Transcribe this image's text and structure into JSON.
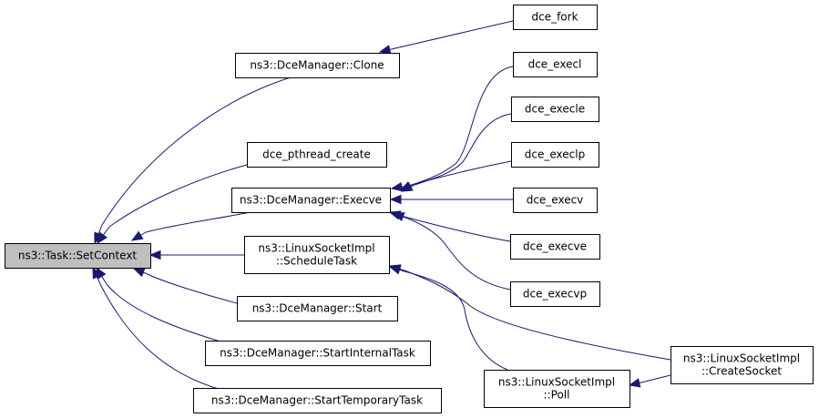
{
  "graph": {
    "nodes": [
      {
        "id": "settask",
        "lines": [
          "ns3::Task::SetContext"
        ],
        "root": true
      },
      {
        "id": "clone",
        "lines": [
          "ns3::DceManager::Clone"
        ]
      },
      {
        "id": "pthread",
        "lines": [
          "dce_pthread_create"
        ]
      },
      {
        "id": "execve_mgr",
        "lines": [
          "ns3::DceManager::Execve"
        ]
      },
      {
        "id": "schedtask",
        "lines": [
          "ns3::LinuxSocketImpl",
          "::ScheduleTask"
        ]
      },
      {
        "id": "start",
        "lines": [
          "ns3::DceManager::Start"
        ]
      },
      {
        "id": "startint",
        "lines": [
          "ns3::DceManager::StartInternalTask"
        ]
      },
      {
        "id": "starttemp",
        "lines": [
          "ns3::DceManager::StartTemporaryTask"
        ]
      },
      {
        "id": "fork",
        "lines": [
          "dce_fork"
        ]
      },
      {
        "id": "execl",
        "lines": [
          "dce_execl"
        ]
      },
      {
        "id": "execle",
        "lines": [
          "dce_execle"
        ]
      },
      {
        "id": "execlp",
        "lines": [
          "dce_execlp"
        ]
      },
      {
        "id": "execv",
        "lines": [
          "dce_execv"
        ]
      },
      {
        "id": "execve",
        "lines": [
          "dce_execve"
        ]
      },
      {
        "id": "execvp",
        "lines": [
          "dce_execvp"
        ]
      },
      {
        "id": "createsock",
        "lines": [
          "ns3::LinuxSocketImpl",
          "::CreateSocket"
        ]
      },
      {
        "id": "poll",
        "lines": [
          "ns3::LinuxSocketImpl",
          "::Poll"
        ]
      }
    ],
    "edges": [
      {
        "from": "clone",
        "to": "settask"
      },
      {
        "from": "pthread",
        "to": "settask"
      },
      {
        "from": "execve_mgr",
        "to": "settask"
      },
      {
        "from": "schedtask",
        "to": "settask"
      },
      {
        "from": "start",
        "to": "settask"
      },
      {
        "from": "startint",
        "to": "settask"
      },
      {
        "from": "starttemp",
        "to": "settask"
      },
      {
        "from": "fork",
        "to": "clone"
      },
      {
        "from": "execl",
        "to": "execve_mgr"
      },
      {
        "from": "execle",
        "to": "execve_mgr"
      },
      {
        "from": "execlp",
        "to": "execve_mgr"
      },
      {
        "from": "execv",
        "to": "execve_mgr"
      },
      {
        "from": "execve",
        "to": "execve_mgr"
      },
      {
        "from": "execvp",
        "to": "execve_mgr"
      },
      {
        "from": "createsock",
        "to": "schedtask"
      },
      {
        "from": "poll",
        "to": "schedtask"
      },
      {
        "from": "createsock",
        "to": "poll"
      }
    ],
    "colors": {
      "edge": "#191970",
      "root_fill": "#bfbfbf",
      "node_fill": "#ffffff",
      "node_stroke": "#000000"
    }
  }
}
